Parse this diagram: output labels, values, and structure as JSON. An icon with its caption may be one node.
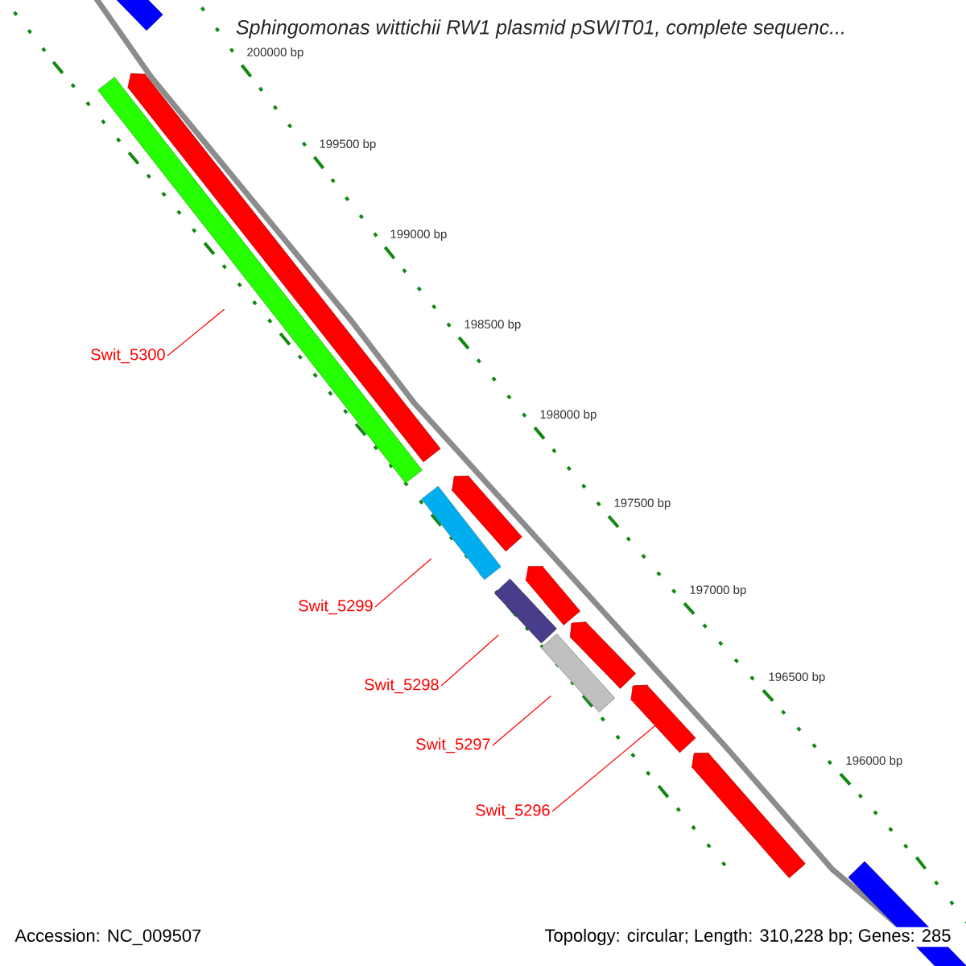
{
  "diagram": {
    "title": "Sphingomonas wittichii RW1 plasmid pSWIT01, complete sequenc...",
    "nodes": [
      {
        "text": [
          "Swit_5300"
        ]
      },
      {
        "text": [
          "Swit_5299"
        ]
      },
      {
        "text": [
          "Swit_5298"
        ]
      },
      {
        "text": [
          "Swit_5297"
        ]
      },
      {
        "text": [
          "Swit_5296"
        ]
      },
      {
        "text": [],
        "shape": "bar"
      },
      {
        "text": [],
        "shape": "bar"
      },
      {
        "text": [],
        "shape": "bar"
      },
      {
        "text": [],
        "shape": "bar"
      },
      {
        "text": [],
        "shape": "bar"
      },
      {
        "text": [],
        "shape": "bar"
      },
      {
        "text": [],
        "shape": "bar"
      },
      {
        "text": [],
        "shape": "bar"
      },
      {
        "text": [],
        "shape": "bar"
      },
      {
        "text": [],
        "shape": "bar"
      },
      {
        "text": [],
        "shape": "bar"
      },
      {
        "text": [],
        "shape": "bar"
      }
    ],
    "edges": [
      {
        "from": 0,
        "to": 7,
        "arrow": "none"
      },
      {
        "from": 1,
        "to": 9,
        "arrow": "none"
      },
      {
        "from": 2,
        "to": 11,
        "arrow": "none"
      },
      {
        "from": 3,
        "to": 13,
        "arrow": "none"
      },
      {
        "from": 4,
        "to": 14,
        "arrow": "none"
      }
    ],
    "labels": [
      "200000 bp",
      "199500 bp",
      "199000 bp",
      "198500 bp",
      "198000 bp",
      "197500 bp",
      "197000 bp",
      "196500 bp",
      "196000 bp",
      "Accession: NC_009507",
      "Topology: circular; Length: 310,228 bp; Genes: 285"
    ]
  }
}
